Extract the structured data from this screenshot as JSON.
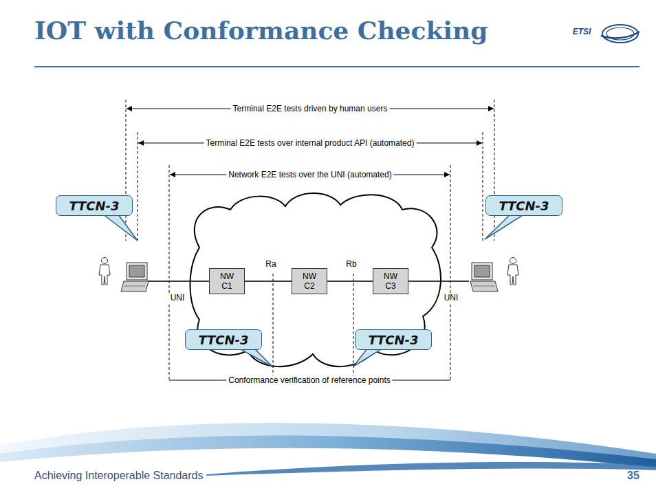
{
  "diagram": {
    "title": "IOT with Conformance Checking",
    "nodes": [
      {
        "text": [
          "TTCN-3"
        ]
      },
      {
        "text": [
          "TTCN-3"
        ]
      },
      {
        "text": [
          "NW C1"
        ]
      },
      {
        "text": [
          "NW C2"
        ]
      },
      {
        "text": [
          "NW C3"
        ]
      },
      {
        "text": [
          "TTCN-3"
        ]
      },
      {
        "text": [
          "TTCN-3"
        ]
      }
    ],
    "edges": [
      {
        "from": 2,
        "to": 3,
        "arrow": "none"
      },
      {
        "from": 3,
        "to": 4,
        "arrow": "none"
      }
    ],
    "labels": [
      "Terminal E2E tests driven by human users",
      "Terminal E2E tests over internal product API (automated)",
      "Network E2E tests over the UNI (automated)",
      "Ra",
      "Rb",
      "UNI",
      "UNI",
      "Conformance verification of reference points",
      "ETSI",
      "Achieving Interoperable Standards",
      "35"
    ]
  }
}
